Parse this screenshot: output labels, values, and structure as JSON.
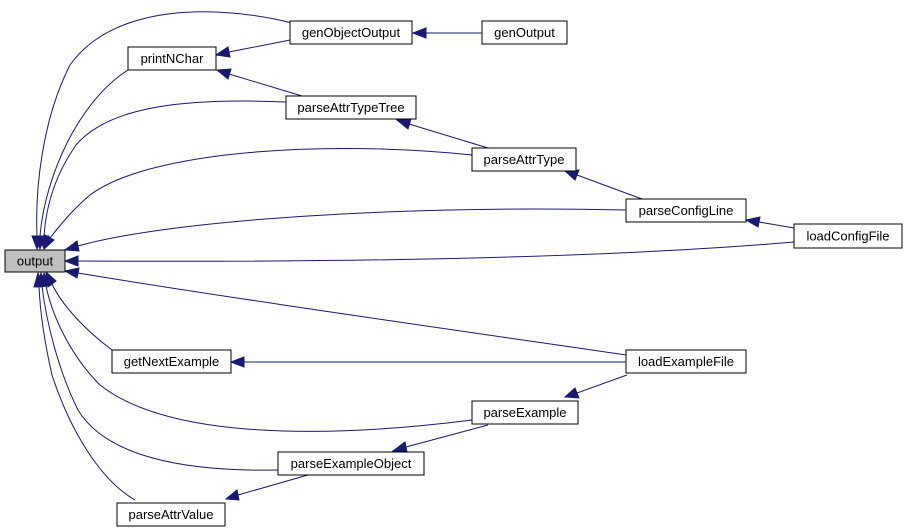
{
  "graph": {
    "edge_color": "#191970",
    "root_fill": "#bfbfbf",
    "nodes": {
      "output": "output",
      "genObjectOutput": "genObjectOutput",
      "genOutput": "genOutput",
      "printNChar": "printNChar",
      "parseAttrTypeTree": "parseAttrTypeTree",
      "parseAttrType": "parseAttrType",
      "parseConfigLine": "parseConfigLine",
      "loadConfigFile": "loadConfigFile",
      "getNextExample": "getNextExample",
      "loadExampleFile": "loadExampleFile",
      "parseExample": "parseExample",
      "parseExampleObject": "parseExampleObject",
      "parseAttrValue": "parseAttrValue"
    },
    "edges": [
      {
        "from": "genObjectOutput",
        "to": "output"
      },
      {
        "from": "printNChar",
        "to": "output"
      },
      {
        "from": "parseAttrTypeTree",
        "to": "output"
      },
      {
        "from": "parseAttrType",
        "to": "output"
      },
      {
        "from": "parseConfigLine",
        "to": "output"
      },
      {
        "from": "loadConfigFile",
        "to": "output"
      },
      {
        "from": "loadExampleFile",
        "to": "output"
      },
      {
        "from": "getNextExample",
        "to": "output"
      },
      {
        "from": "parseExample",
        "to": "output"
      },
      {
        "from": "parseExampleObject",
        "to": "output"
      },
      {
        "from": "parseAttrValue",
        "to": "output"
      },
      {
        "from": "genOutput",
        "to": "genObjectOutput"
      },
      {
        "from": "genObjectOutput",
        "to": "printNChar"
      },
      {
        "from": "parseAttrTypeTree",
        "to": "printNChar"
      },
      {
        "from": "parseAttrType",
        "to": "parseAttrTypeTree"
      },
      {
        "from": "parseConfigLine",
        "to": "parseAttrType"
      },
      {
        "from": "loadConfigFile",
        "to": "parseConfigLine"
      },
      {
        "from": "loadExampleFile",
        "to": "getNextExample"
      },
      {
        "from": "loadExampleFile",
        "to": "parseExample"
      },
      {
        "from": "parseExample",
        "to": "parseExampleObject"
      },
      {
        "from": "parseExampleObject",
        "to": "parseAttrValue"
      }
    ]
  }
}
